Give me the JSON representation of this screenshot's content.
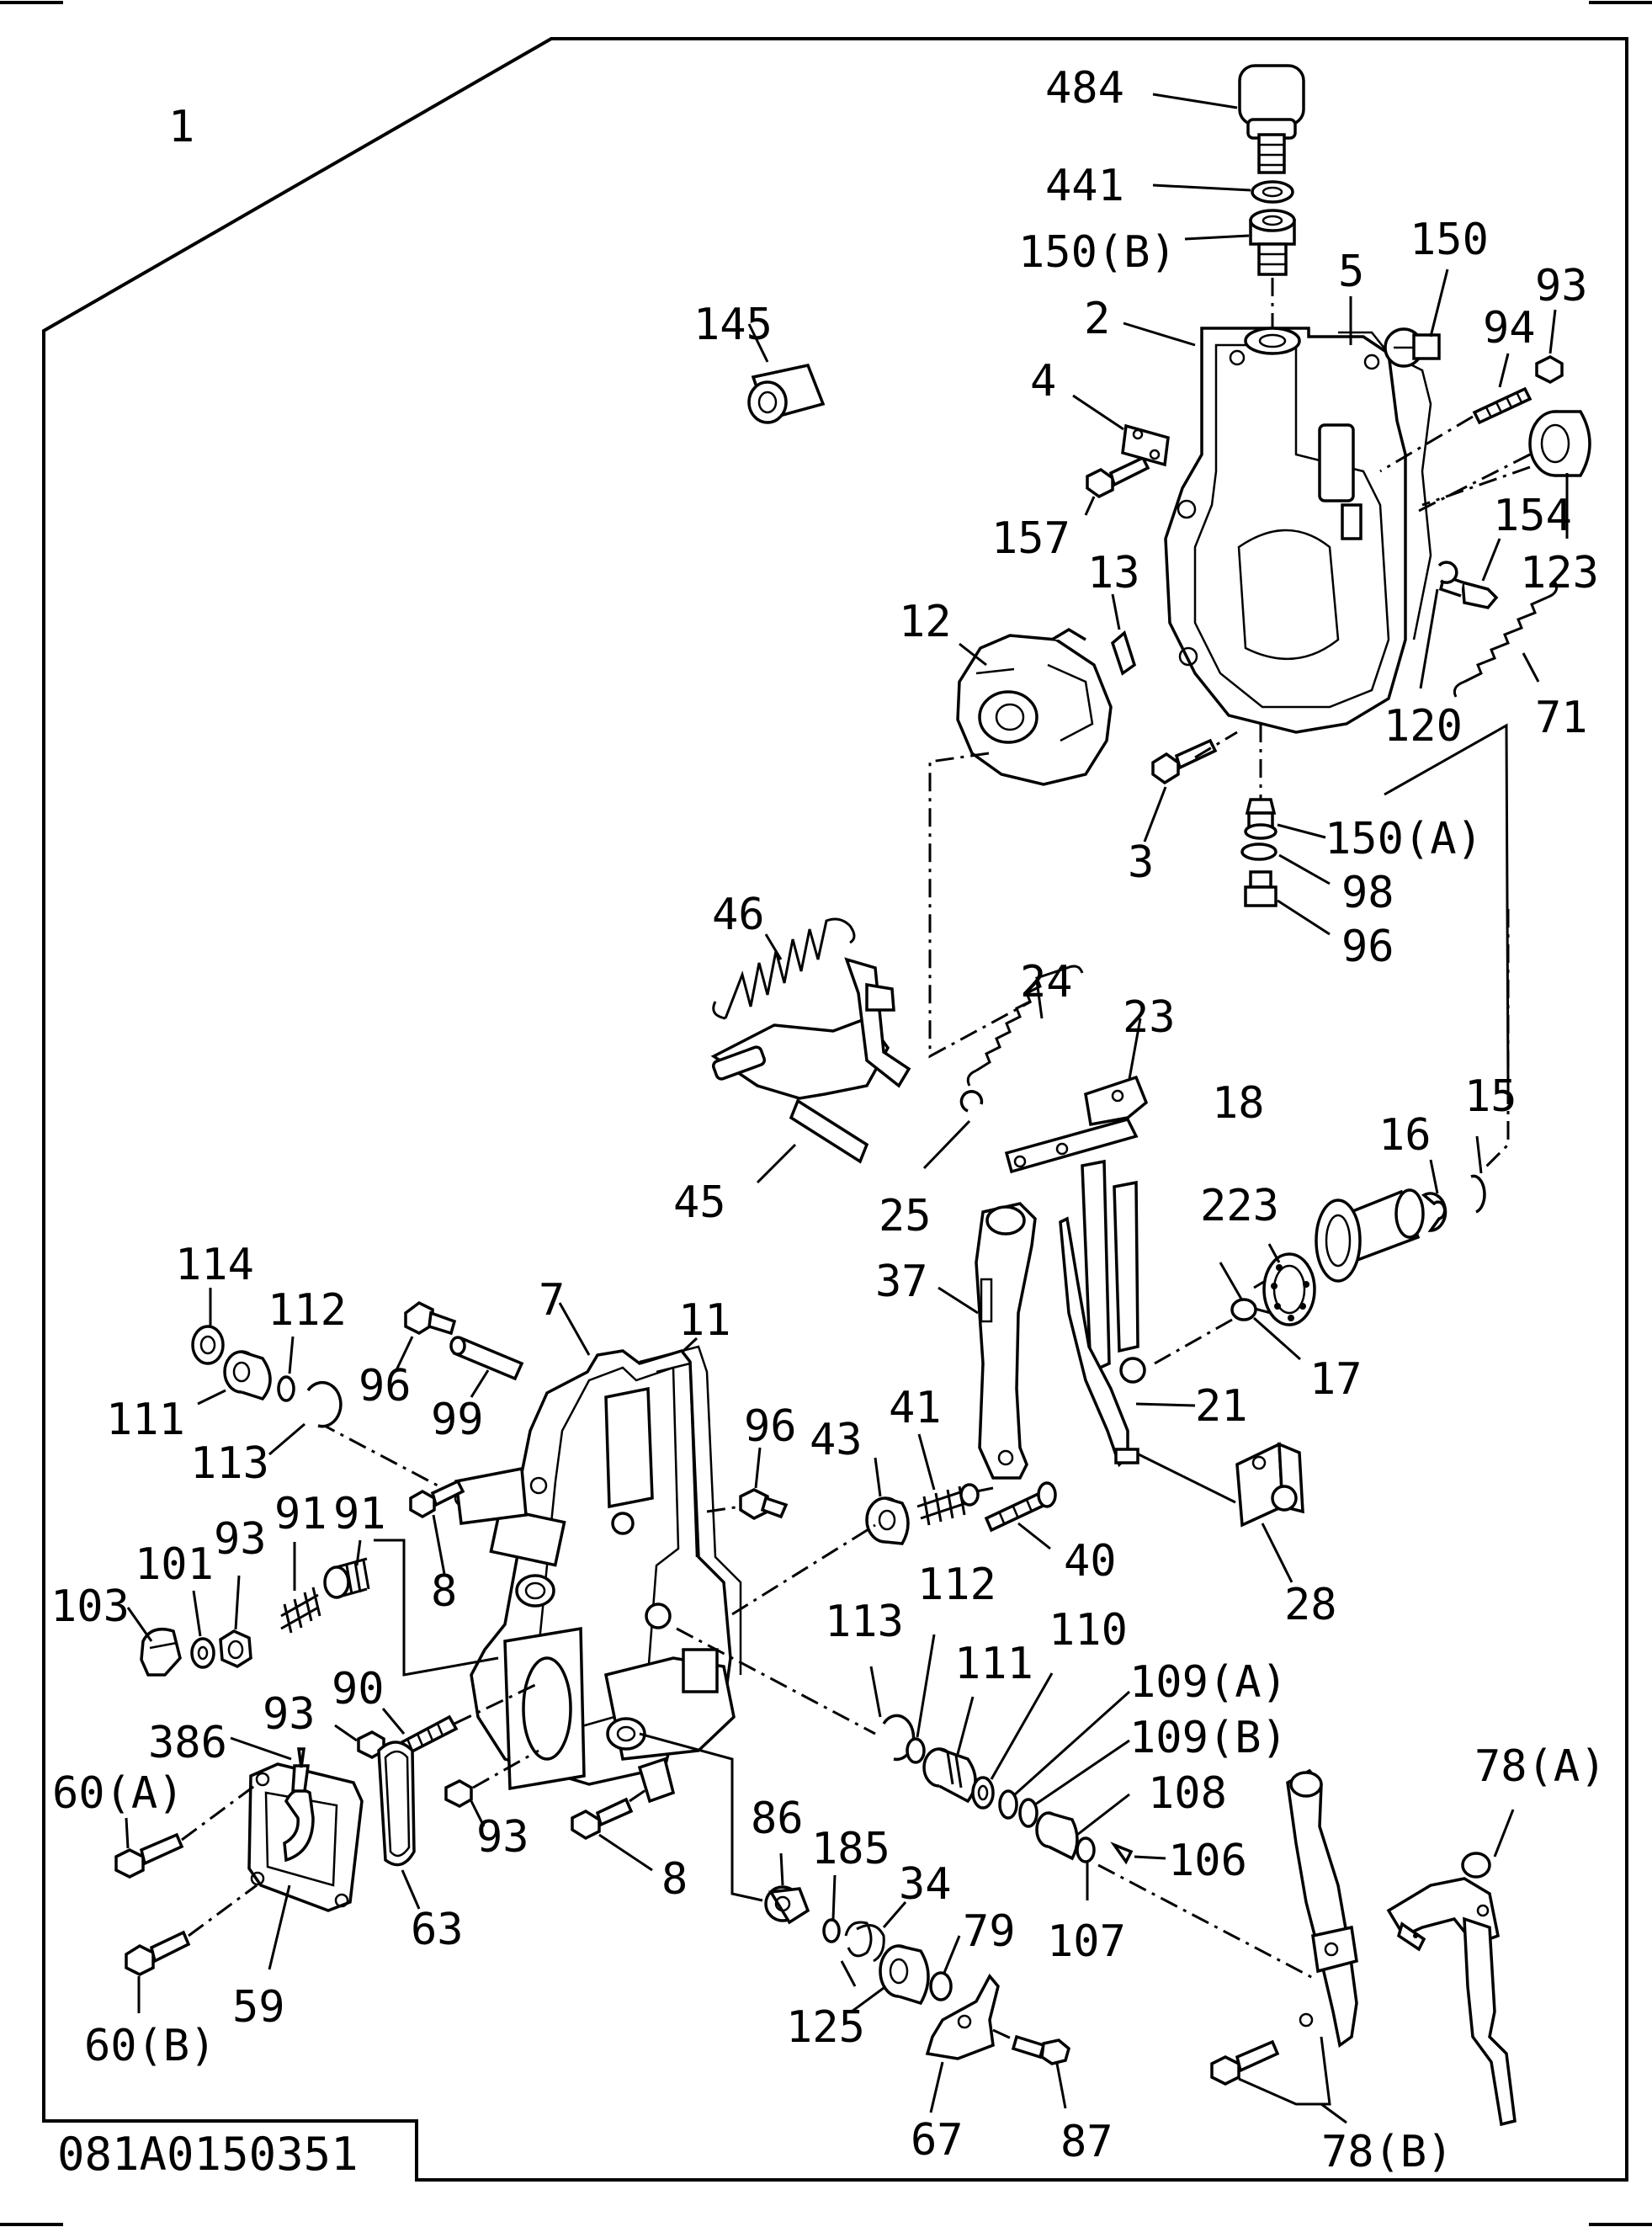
{
  "drawing_code": "081A0150351",
  "parts": [
    {
      "id": "p1",
      "num": "1"
    },
    {
      "id": "p484",
      "num": "484"
    },
    {
      "id": "p441",
      "num": "441"
    },
    {
      "id": "p150b",
      "num": "150(B)"
    },
    {
      "id": "p150",
      "num": "150"
    },
    {
      "id": "p5",
      "num": "5"
    },
    {
      "id": "p93a",
      "num": "93"
    },
    {
      "id": "p2",
      "num": "2"
    },
    {
      "id": "p94",
      "num": "94"
    },
    {
      "id": "p145",
      "num": "145"
    },
    {
      "id": "p4",
      "num": "4"
    },
    {
      "id": "p157",
      "num": "157"
    },
    {
      "id": "p154",
      "num": "154"
    },
    {
      "id": "p123",
      "num": "123"
    },
    {
      "id": "p13",
      "num": "13"
    },
    {
      "id": "p12",
      "num": "12"
    },
    {
      "id": "p120",
      "num": "120"
    },
    {
      "id": "p71",
      "num": "71"
    },
    {
      "id": "p3",
      "num": "3"
    },
    {
      "id": "p150a",
      "num": "150(A)"
    },
    {
      "id": "p98",
      "num": "98"
    },
    {
      "id": "p96a",
      "num": "96"
    },
    {
      "id": "p46",
      "num": "46"
    },
    {
      "id": "p24",
      "num": "24"
    },
    {
      "id": "p23",
      "num": "23"
    },
    {
      "id": "p18",
      "num": "18"
    },
    {
      "id": "p16",
      "num": "16"
    },
    {
      "id": "p15",
      "num": "15"
    },
    {
      "id": "p45",
      "num": "45"
    },
    {
      "id": "p25",
      "num": "25"
    },
    {
      "id": "p223",
      "num": "223"
    },
    {
      "id": "p37",
      "num": "37"
    },
    {
      "id": "p17",
      "num": "17"
    },
    {
      "id": "p114",
      "num": "114"
    },
    {
      "id": "p112a",
      "num": "112"
    },
    {
      "id": "p7",
      "num": "7"
    },
    {
      "id": "p11",
      "num": "11"
    },
    {
      "id": "p96b",
      "num": "96"
    },
    {
      "id": "p99",
      "num": "99"
    },
    {
      "id": "p111a",
      "num": "111"
    },
    {
      "id": "p21",
      "num": "21"
    },
    {
      "id": "p96c",
      "num": "96"
    },
    {
      "id": "p41",
      "num": "41"
    },
    {
      "id": "p43",
      "num": "43"
    },
    {
      "id": "p113a",
      "num": "113"
    },
    {
      "id": "p91a",
      "num": "91"
    },
    {
      "id": "p91b",
      "num": "91"
    },
    {
      "id": "p101",
      "num": "101"
    },
    {
      "id": "p93b",
      "num": "93"
    },
    {
      "id": "p40",
      "num": "40"
    },
    {
      "id": "p28",
      "num": "28"
    },
    {
      "id": "p103",
      "num": "103"
    },
    {
      "id": "p8a",
      "num": "8"
    },
    {
      "id": "p113b",
      "num": "113"
    },
    {
      "id": "p112b",
      "num": "112"
    },
    {
      "id": "p110",
      "num": "110"
    },
    {
      "id": "p111b",
      "num": "111"
    },
    {
      "id": "p109a",
      "num": "109(A)"
    },
    {
      "id": "p90",
      "num": "90"
    },
    {
      "id": "p93c",
      "num": "93"
    },
    {
      "id": "p109b",
      "num": "109(B)"
    },
    {
      "id": "p386",
      "num": "386"
    },
    {
      "id": "p60a",
      "num": "60(A)"
    },
    {
      "id": "p108",
      "num": "108"
    },
    {
      "id": "p78a",
      "num": "78(A)"
    },
    {
      "id": "p86",
      "num": "86"
    },
    {
      "id": "p93d",
      "num": "93"
    },
    {
      "id": "p106",
      "num": "106"
    },
    {
      "id": "p185",
      "num": "185"
    },
    {
      "id": "p8b",
      "num": "8"
    },
    {
      "id": "p34",
      "num": "34"
    },
    {
      "id": "p63",
      "num": "63"
    },
    {
      "id": "p107",
      "num": "107"
    },
    {
      "id": "p79",
      "num": "79"
    },
    {
      "id": "p59",
      "num": "59"
    },
    {
      "id": "p125",
      "num": "125"
    },
    {
      "id": "p60b",
      "num": "60(B)"
    },
    {
      "id": "p67",
      "num": "67"
    },
    {
      "id": "p87",
      "num": "87"
    },
    {
      "id": "p78b",
      "num": "78(B)"
    }
  ]
}
